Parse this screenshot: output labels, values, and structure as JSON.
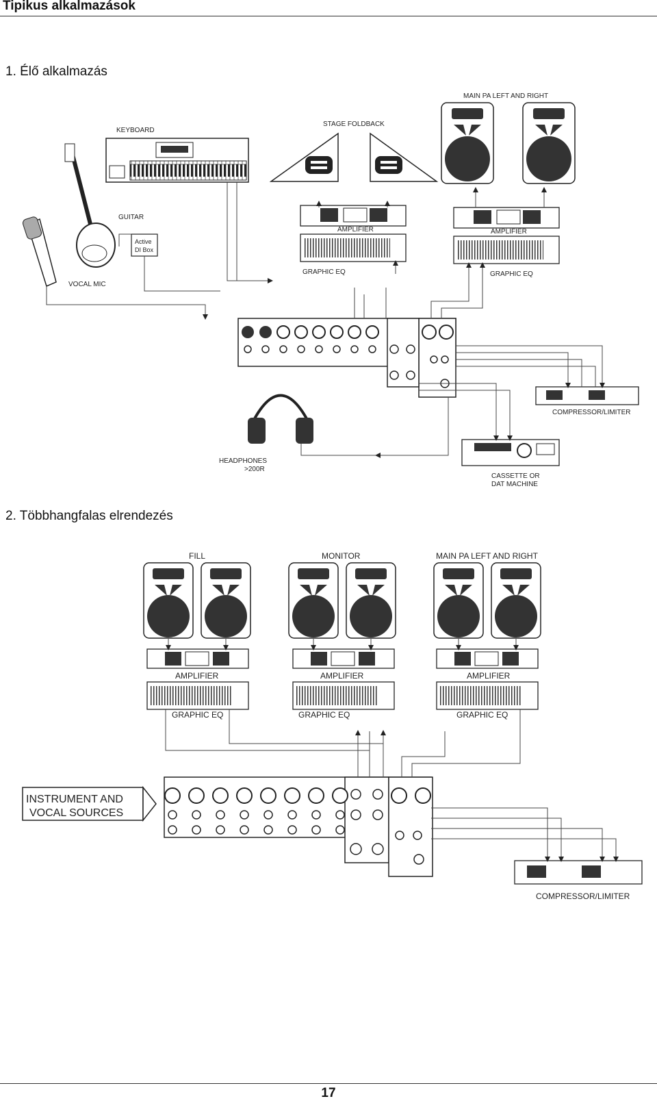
{
  "header": {
    "title": "Tipikus alkalmazások"
  },
  "sections": [
    {
      "title": "1.  Élő alkalmazás"
    },
    {
      "title": "2.  Többhangfalas elrendezés"
    }
  ],
  "diagram1": {
    "keyboard": "KEYBOARD",
    "guitar": "GUITAR",
    "di_box_line1": "Active",
    "di_box_line2": "DI Box",
    "vocal_mic": "VOCAL MIC",
    "stage_foldback": "STAGE FOLDBACK",
    "main_pa": "MAIN PA LEFT AND RIGHT",
    "amplifier": "AMPLIFIER",
    "graphic_eq": "GRAPHIC EQ",
    "compressor": "COMPRESSOR/LIMITER",
    "headphones_line1": "HEADPHONES",
    "headphones_line2": ">200R",
    "cassette_line1": "CASSETTE OR",
    "cassette_line2": "DAT MACHINE"
  },
  "diagram2": {
    "fill": "FILL",
    "monitor": "MONITOR",
    "main_pa": "MAIN PA LEFT AND RIGHT",
    "amplifier": "AMPLIFIER",
    "graphic_eq": "GRAPHIC EQ",
    "sources_line1": "INSTRUMENT AND",
    "sources_line2": "VOCAL SOURCES",
    "compressor": "COMPRESSOR/LIMITER"
  },
  "footer": {
    "page_number": "17"
  }
}
